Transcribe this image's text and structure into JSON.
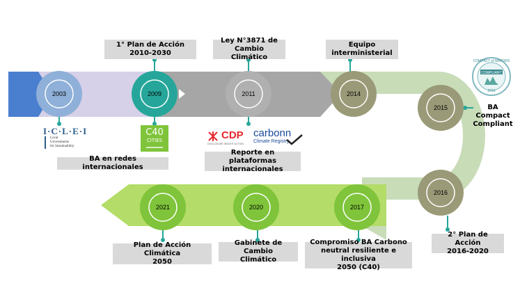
{
  "years": [
    "2003",
    "2009",
    "2011",
    "2014",
    "2015",
    "2016",
    "2017",
    "2020",
    "2021"
  ],
  "milestones": {
    "plan_2010": {
      "line1": "1° Plan de Acción",
      "line2": "2010-2030"
    },
    "ley": {
      "line1": "Ley N°3871 de",
      "line2": "Cambio Climático"
    },
    "equipo": {
      "line1": "Equipo",
      "line2": "interministerial"
    },
    "compact": {
      "line1": "BA",
      "line2": "Compact",
      "line3": "Compliant"
    },
    "redes": {
      "line1": "BA en redes internacionales"
    },
    "reporte": {
      "line1": "Reporte en plataformas",
      "line2": "internacionales"
    },
    "plan_2016": {
      "line1": "2° Plan de Acción",
      "line2": "2016-2020"
    },
    "compromiso": {
      "line1": "Compromiso BA Carbono",
      "line2": "neutral resiliente e inclusiva",
      "line3": "2050 (C40)"
    },
    "gabinete": {
      "line1": "Gabinete de Cambio",
      "line2": "Climático"
    },
    "plan_2050": {
      "line1": "Plan de Acción Climática",
      "line2": "2050"
    }
  },
  "logos": {
    "iclei": {
      "name": "I·C·L·E·I",
      "sub1": "Local",
      "sub2": "Governments",
      "sub3": "for Sustainability"
    },
    "c40": {
      "name": "C40",
      "sub": "CITIES"
    },
    "cdp": {
      "name": "CDP",
      "sub": "DISCLOSURE INSIGHT ACTION"
    },
    "carbonn": {
      "name": "carbonn",
      "sub": "Climate Registry"
    },
    "compact_badge": {
      "top": "COMPACT of MAYORS",
      "mid": "COMPLIANT",
      "year": "2016"
    }
  },
  "colors": {
    "blue": "#4a7fd0",
    "lavender": "#d6d0e8",
    "gray_band": "#a6a6a6",
    "light_green_band": "#c8dcb8",
    "bright_green_band": "#b3dc68",
    "teal": "#26a69a",
    "olive_circle": "#9a9a78",
    "green_circle": "#7fc43a",
    "gray_circle": "#b0b0b0",
    "blue_circle": "#8fb0d8",
    "label_bg": "#d9d9d9",
    "cdp_red": "#e8262d",
    "carbonn_blue": "#1a4a9a"
  }
}
